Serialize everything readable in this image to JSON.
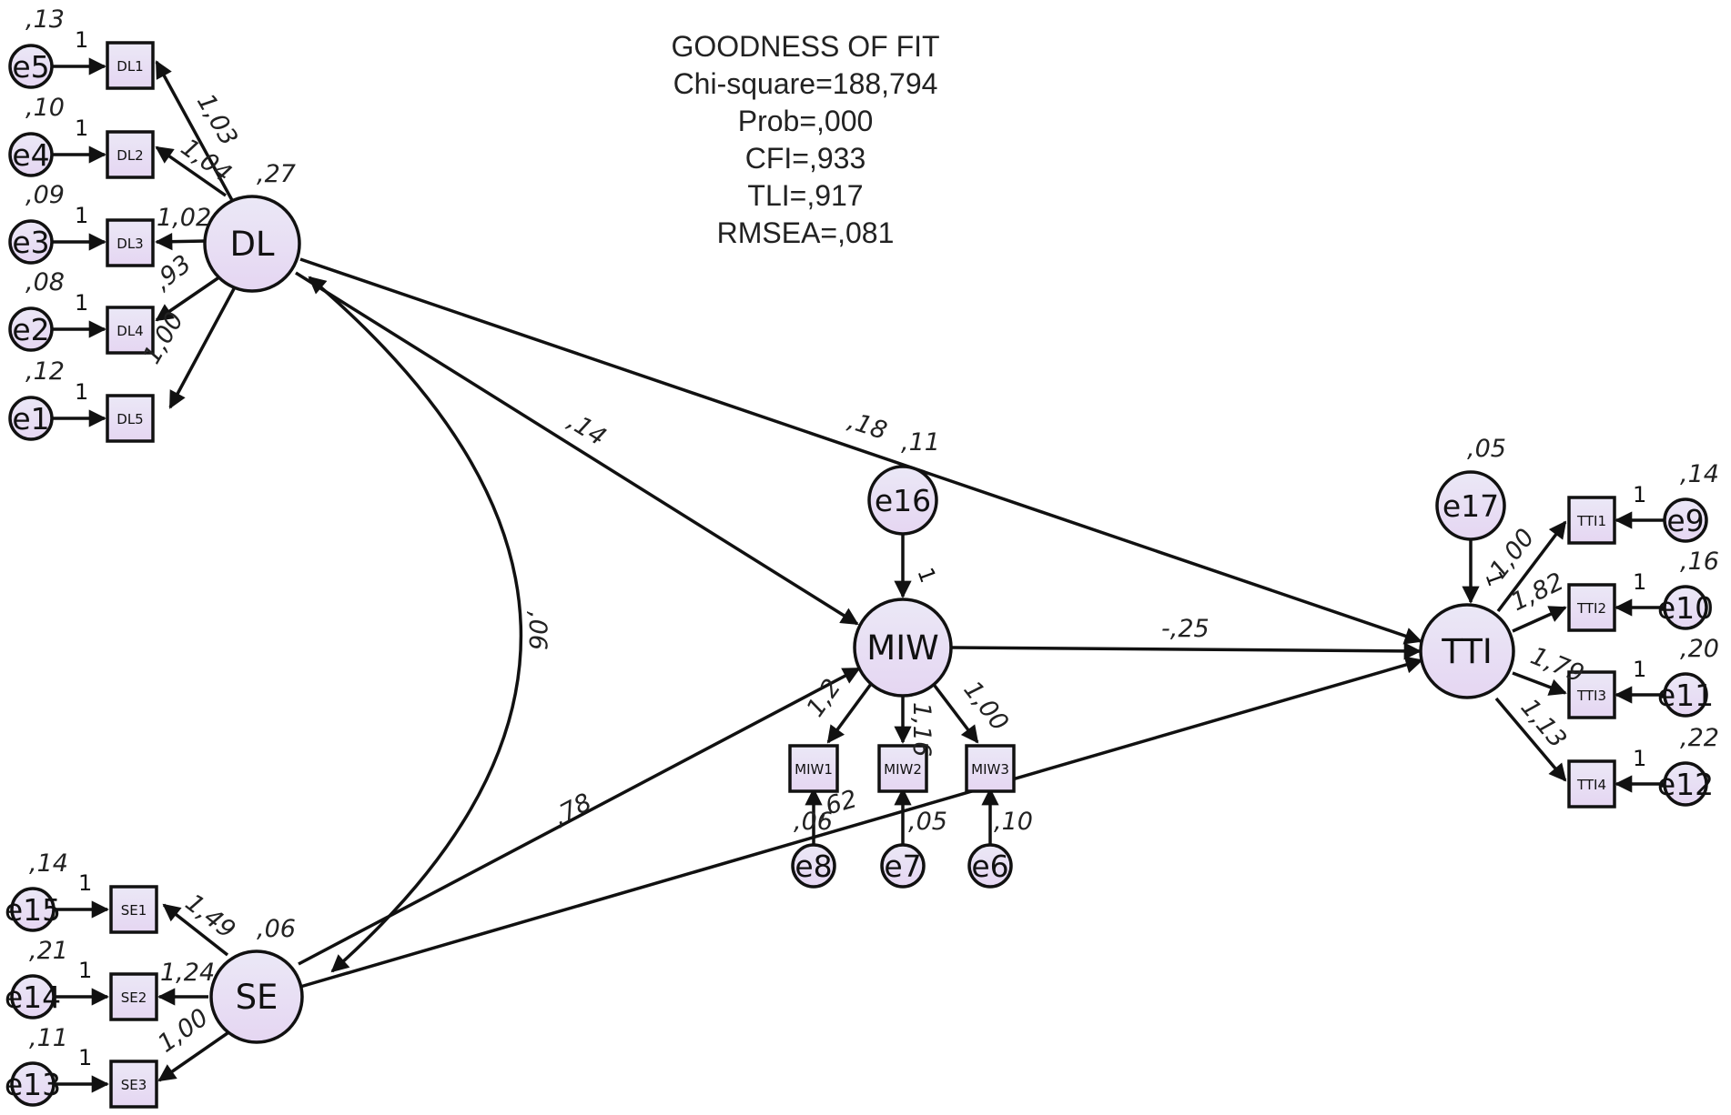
{
  "goodness_of_fit": [
    "GOODNESS OF FIT",
    "Chi-square=188,794",
    "Prob=,000",
    "CFI=,933",
    "TLI=,917",
    "RMSEA=,081"
  ],
  "nodes": {
    "DL": "DL",
    "SE": "SE",
    "MIW": "MIW",
    "TTI": "TTI",
    "DL1": "DL1",
    "DL2": "DL2",
    "DL3": "DL3",
    "DL4": "DL4",
    "DL5": "DL5",
    "SE1": "SE1",
    "SE2": "SE2",
    "SE3": "SE3",
    "MIW1": "MIW1",
    "MIW2": "MIW2",
    "MIW3": "MIW3",
    "TTI1": "TTI1",
    "TTI2": "TTI2",
    "TTI3": "TTI3",
    "TTI4": "TTI4",
    "e1": "e1",
    "e2": "e2",
    "e3": "e3",
    "e4": "e4",
    "e5": "e5",
    "e6": "e6",
    "e7": "e7",
    "e8": "e8",
    "e9": "e9",
    "e10": "e10",
    "e11": "e11",
    "e12": "e12",
    "e13": "e13",
    "e14": "e14",
    "e15": "e15",
    "e16": "e16",
    "e17": "e17"
  },
  "variances": {
    "DL": ",27",
    "SE": ",06",
    "e16": ",11",
    "e17": ",05",
    "e5": ",13",
    "e4": ",10",
    "e3": ",09",
    "e2": ",08",
    "e1": ",12",
    "e15": ",14",
    "e14": ",21",
    "e13": ",11",
    "e9": ",14",
    "e10": ",16",
    "e11": ",20",
    "e12": ",22",
    "e8": ",06",
    "e7": ",05",
    "e6": ",10"
  },
  "loadings": {
    "DL1": "1,03",
    "DL2": "1,04",
    "DL3": "1,02",
    "DL4": ",93",
    "DL5": "1,00",
    "SE1": "1,49",
    "SE2": "1,24",
    "SE3": "1,00",
    "MIW1": "1,2",
    "MIW2": "1,16",
    "MIW3": "1,00",
    "TTI1": "1,00",
    "TTI2": "1,82",
    "TTI3": "1,79",
    "TTI4": "1,13"
  },
  "structural": {
    "DL_MIW": ",14",
    "DL_TTI": ",18",
    "MIW_TTI": "-,25",
    "SE_MIW": ",78",
    "SE_TTI": ",62",
    "DL_SE_cov": ",06"
  },
  "fixed_one": "1"
}
